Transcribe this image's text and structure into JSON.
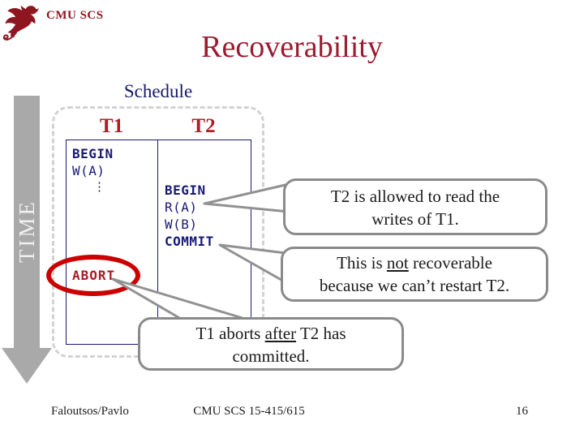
{
  "slide": {
    "brand": "CMU SCS",
    "title": "Recoverability",
    "schedule_label": "Schedule",
    "time_label": "TIME",
    "footer_left": "Faloutsos/Pavlo",
    "footer_center": "CMU SCS 15-415/615",
    "page_number": "16"
  },
  "schedule": {
    "t1_header": "T1",
    "t2_header": "T2",
    "t1_ops": {
      "begin": "BEGIN",
      "w_a": "W(A)",
      "ellipsis": "⋮",
      "abort": "ABORT"
    },
    "t2_ops": {
      "begin": "BEGIN",
      "r_a": "R(A)",
      "w_b": "W(B)",
      "commit": "COMMIT"
    }
  },
  "callouts": {
    "read_writes": {
      "line1": "T2 is allowed to read the",
      "line2": "writes of T1."
    },
    "not_recoverable": {
      "pre": "This is ",
      "underlined": "not",
      "post": " recoverable",
      "line2": "because we can’t restart T2."
    },
    "aborts_after": {
      "pre": "T1 aborts ",
      "underlined": "after",
      "post": " T2 has",
      "line2": "committed."
    }
  },
  "colors": {
    "logo_maroon": "#8e1620",
    "title_red": "#9b1b30",
    "navy": "#191977",
    "header_red": "#b01c24",
    "abort_red": "#a81c24",
    "ellipse_red": "#cc0000",
    "arrow_gray": "#a9a9a9",
    "callout_border_gray": "#8a8a8a",
    "pointer_gray": "#919191",
    "dashed_gray": "#d2d2d2"
  }
}
